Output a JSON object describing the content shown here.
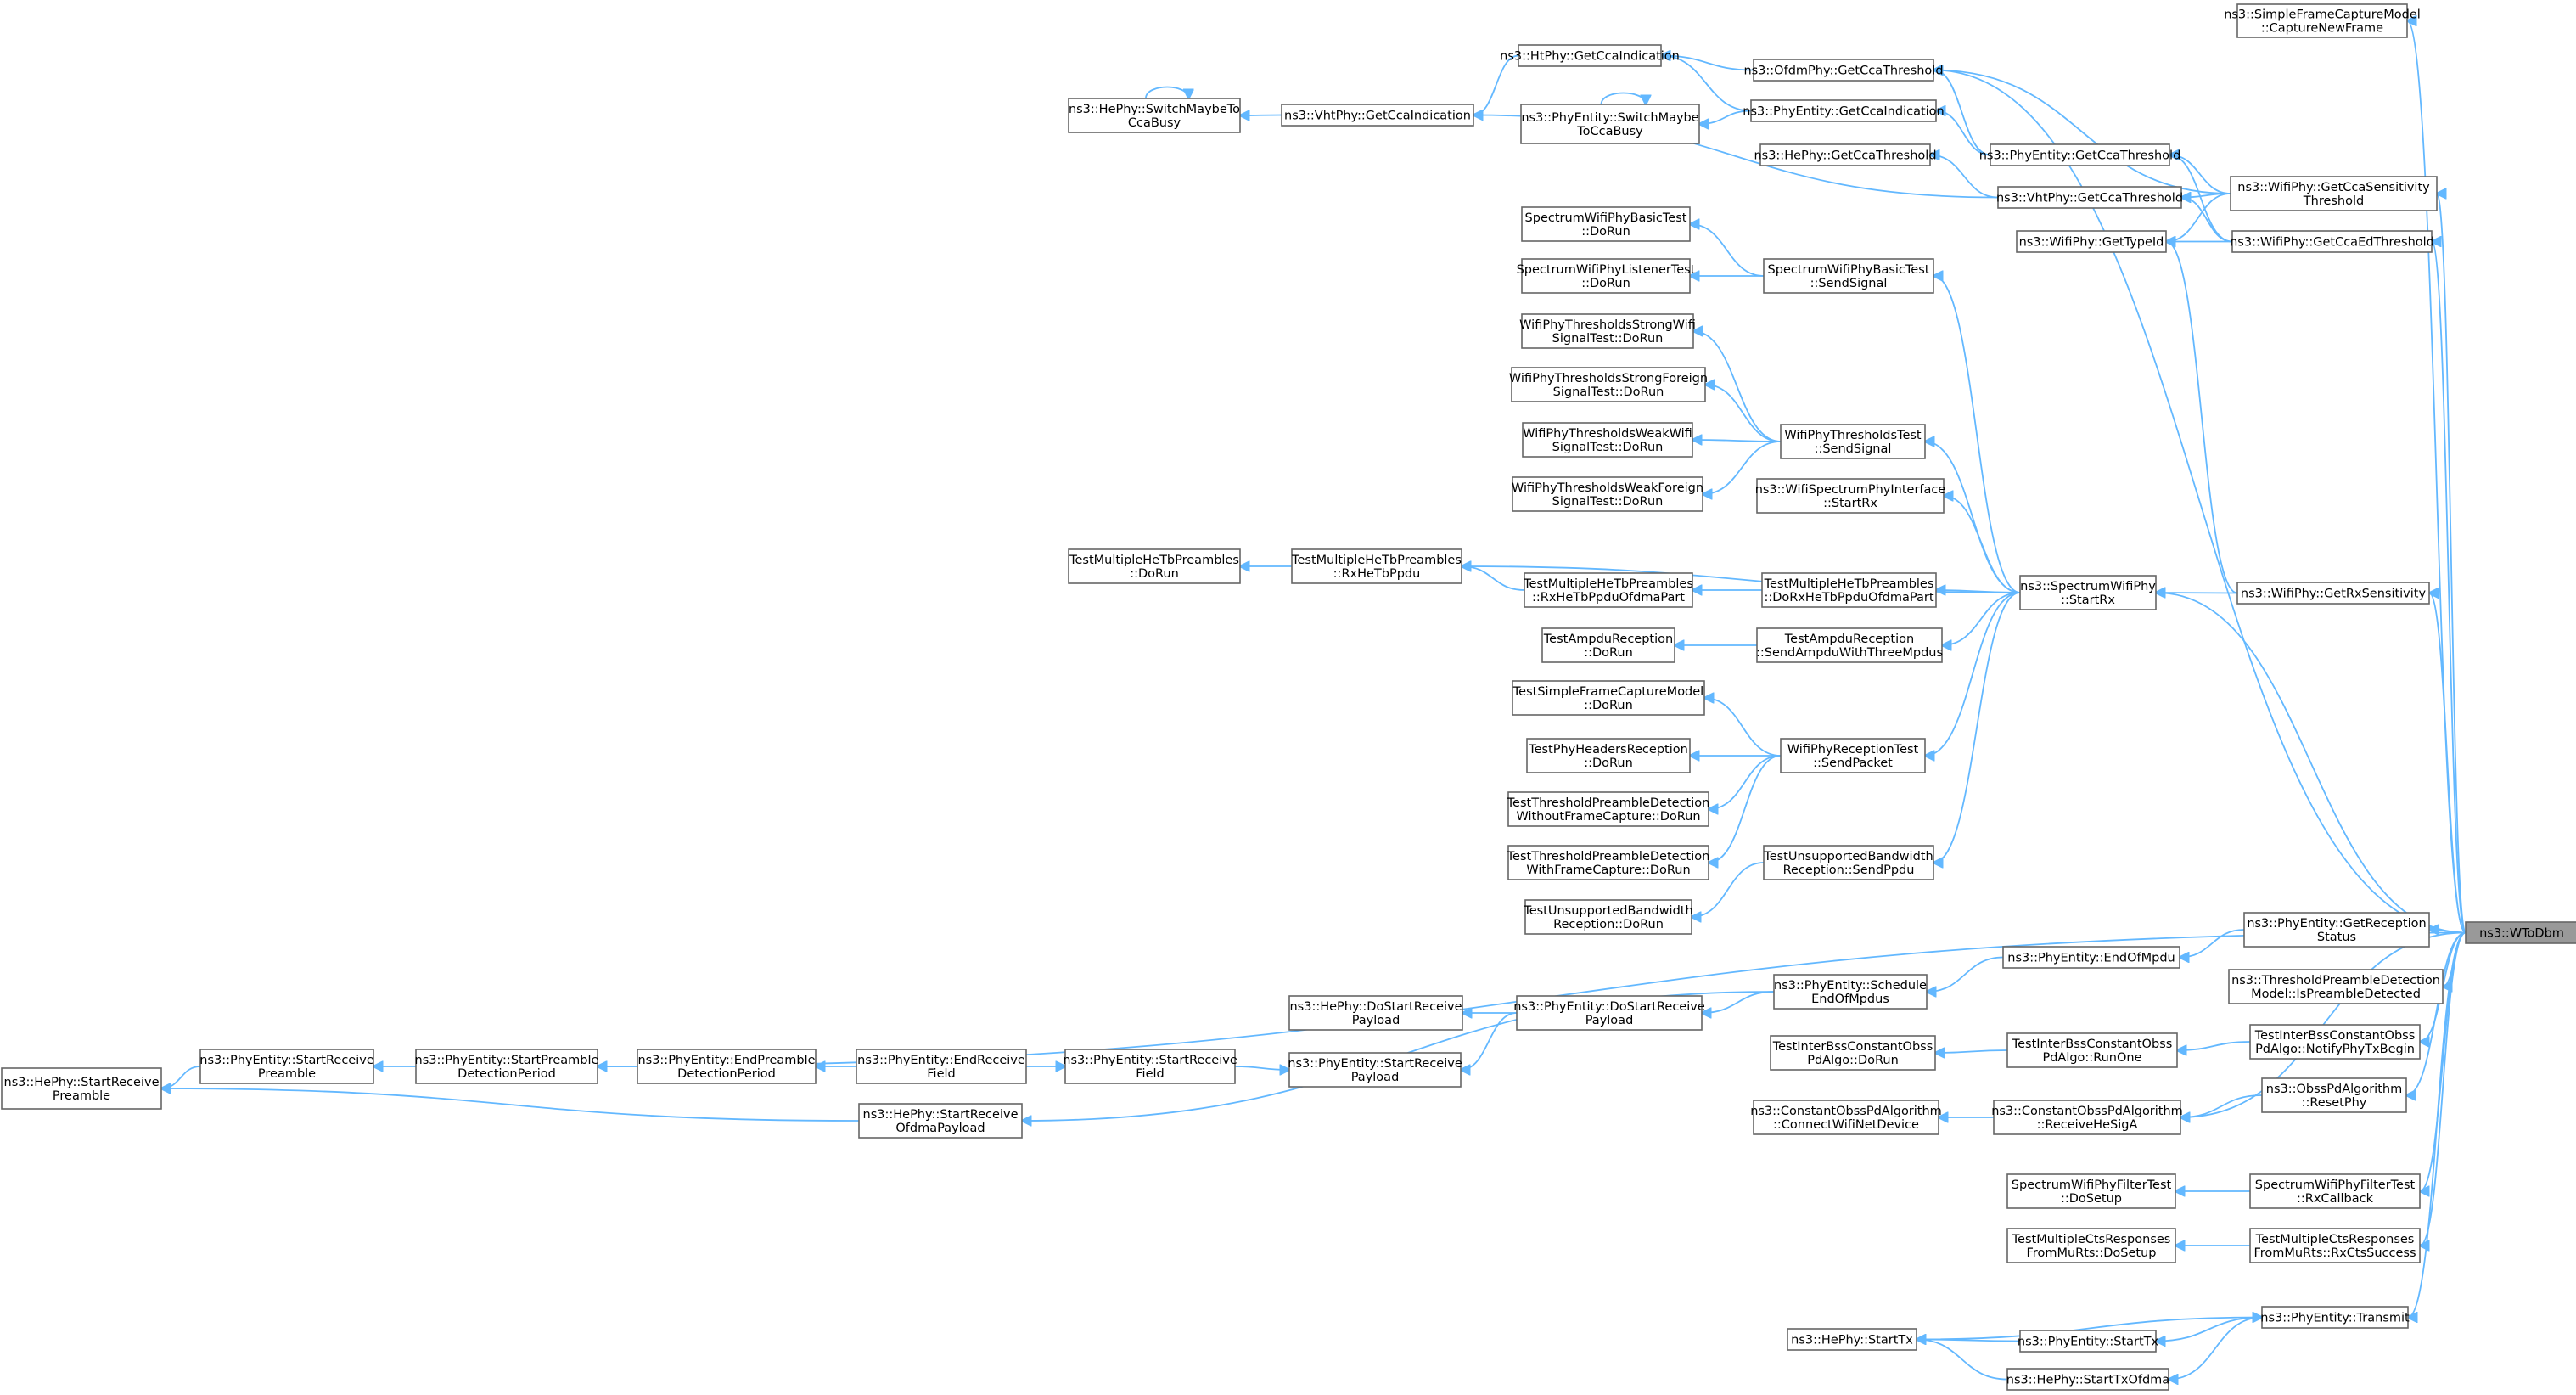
{
  "diagram": {
    "focus_node": "ns3::WToDbm",
    "colors": {
      "edge": "#63b8ff",
      "node_border": "#666666",
      "focus_fill": "#999999",
      "node_fill": "#ffffff"
    },
    "nodes": [
      {
        "id": "wtodbm",
        "lines": [
          "ns3::WToDbm"
        ]
      },
      {
        "id": "sfcm_capture",
        "lines": [
          "ns3::SimpleFrameCaptureModel",
          "::CaptureNewFrame"
        ]
      },
      {
        "id": "htphy_getcca",
        "lines": [
          "ns3::HtPhy::GetCcaIndication"
        ]
      },
      {
        "id": "ofdm_getcca",
        "lines": [
          "ns3::OfdmPhy::GetCcaThreshold"
        ]
      },
      {
        "id": "hephy_switch",
        "lines": [
          "ns3::HePhy::SwitchMaybeTo",
          "CcaBusy"
        ]
      },
      {
        "id": "vht_getccaind",
        "lines": [
          "ns3::VhtPhy::GetCcaIndication"
        ]
      },
      {
        "id": "phyent_switch",
        "lines": [
          "ns3::PhyEntity::SwitchMaybe",
          "ToCcaBusy"
        ]
      },
      {
        "id": "phyent_getccaind",
        "lines": [
          "ns3::PhyEntity::GetCcaIndication"
        ]
      },
      {
        "id": "hephy_getcca",
        "lines": [
          "ns3::HePhy::GetCcaThreshold"
        ]
      },
      {
        "id": "phyent_getcca",
        "lines": [
          "ns3::PhyEntity::GetCcaThreshold"
        ]
      },
      {
        "id": "vht_getcca",
        "lines": [
          "ns3::VhtPhy::GetCcaThreshold"
        ]
      },
      {
        "id": "wifi_getccasens",
        "lines": [
          "ns3::WifiPhy::GetCcaSensitivity",
          "Threshold"
        ]
      },
      {
        "id": "wifi_gettypeid",
        "lines": [
          "ns3::WifiPhy::GetTypeId"
        ]
      },
      {
        "id": "wifi_getccaed",
        "lines": [
          "ns3::WifiPhy::GetCcaEdThreshold"
        ]
      },
      {
        "id": "swpbt_dorun",
        "lines": [
          "SpectrumWifiPhyBasicTest",
          "::DoRun"
        ]
      },
      {
        "id": "swplt_dorun",
        "lines": [
          "SpectrumWifiPhyListenerTest",
          "::DoRun"
        ]
      },
      {
        "id": "swpbt_send",
        "lines": [
          "SpectrumWifiPhyBasicTest",
          "::SendSignal"
        ]
      },
      {
        "id": "wpt_strongwifi",
        "lines": [
          "WifiPhyThresholdsStrongWifi",
          "SignalTest::DoRun"
        ]
      },
      {
        "id": "wpt_strongforeign",
        "lines": [
          "WifiPhyThresholdsStrongForeign",
          "SignalTest::DoRun"
        ]
      },
      {
        "id": "wpt_weakwifi",
        "lines": [
          "WifiPhyThresholdsWeakWifi",
          "SignalTest::DoRun"
        ]
      },
      {
        "id": "wpt_weakforeign",
        "lines": [
          "WifiPhyThresholdsWeakForeign",
          "SignalTest::DoRun"
        ]
      },
      {
        "id": "wpt_send",
        "lines": [
          "WifiPhyThresholdsTest",
          "::SendSignal"
        ]
      },
      {
        "id": "wspi_startrx",
        "lines": [
          "ns3::WifiSpectrumPhyInterface",
          "::StartRx"
        ]
      },
      {
        "id": "tmhtp_dorun",
        "lines": [
          "TestMultipleHeTbPreambles",
          "::DoRun"
        ]
      },
      {
        "id": "tmhtp_rxhetb",
        "lines": [
          "TestMultipleHeTbPreambles",
          "::RxHeTbPpdu"
        ]
      },
      {
        "id": "tmhtp_rxofdma",
        "lines": [
          "TestMultipleHeTbPreambles",
          "::RxHeTbPpduOfdmaPart"
        ]
      },
      {
        "id": "tmhtp_dorxofdma",
        "lines": [
          "TestMultipleHeTbPreambles",
          "::DoRxHeTbPpduOfdmaPart"
        ]
      },
      {
        "id": "swp_startrx",
        "lines": [
          "ns3::SpectrumWifiPhy",
          "::StartRx"
        ]
      },
      {
        "id": "wifi_getrxsens",
        "lines": [
          "ns3::WifiPhy::GetRxSensitivity"
        ]
      },
      {
        "id": "tar_dorun",
        "lines": [
          "TestAmpduReception",
          "::DoRun"
        ]
      },
      {
        "id": "tar_send",
        "lines": [
          "TestAmpduReception",
          "::SendAmpduWithThreeMpdus"
        ]
      },
      {
        "id": "tsfcm_dorun",
        "lines": [
          "TestSimpleFrameCaptureModel",
          "::DoRun"
        ]
      },
      {
        "id": "tphr_dorun",
        "lines": [
          "TestPhyHeadersReception",
          "::DoRun"
        ]
      },
      {
        "id": "wprt_send",
        "lines": [
          "WifiPhyReceptionTest",
          "::SendPacket"
        ]
      },
      {
        "id": "ttpd_without",
        "lines": [
          "TestThresholdPreambleDetection",
          "WithoutFrameCapture::DoRun"
        ]
      },
      {
        "id": "ttpd_with",
        "lines": [
          "TestThresholdPreambleDetection",
          "WithFrameCapture::DoRun"
        ]
      },
      {
        "id": "tubr_send",
        "lines": [
          "TestUnsupportedBandwidth",
          "Reception::SendPpdu"
        ]
      },
      {
        "id": "tubr_dorun",
        "lines": [
          "TestUnsupportedBandwidth",
          "Reception::DoRun"
        ]
      },
      {
        "id": "phyent_getrecstatus",
        "lines": [
          "ns3::PhyEntity::GetReception",
          "Status"
        ]
      },
      {
        "id": "phyent_endofmpdu",
        "lines": [
          "ns3::PhyEntity::EndOfMpdu"
        ]
      },
      {
        "id": "tpdm_ispreamble",
        "lines": [
          "ns3::ThresholdPreambleDetection",
          "Model::IsPreambleDetected"
        ]
      },
      {
        "id": "phyent_schedule",
        "lines": [
          "ns3::PhyEntity::Schedule",
          "EndOfMpdus"
        ]
      },
      {
        "id": "hephy_dostartpayload",
        "lines": [
          "ns3::HePhy::DoStartReceive",
          "Payload"
        ]
      },
      {
        "id": "phyent_dostartpayload",
        "lines": [
          "ns3::PhyEntity::DoStartReceive",
          "Payload"
        ]
      },
      {
        "id": "tibco_dorun",
        "lines": [
          "TestInterBssConstantObss",
          "PdAlgo::DoRun"
        ]
      },
      {
        "id": "tibco_runone",
        "lines": [
          "TestInterBssConstantObss",
          "PdAlgo::RunOne"
        ]
      },
      {
        "id": "tibco_notify",
        "lines": [
          "TestInterBssConstantObss",
          "PdAlgo::NotifyPhyTxBegin"
        ]
      },
      {
        "id": "hephy_startpreamble",
        "lines": [
          "ns3::HePhy::StartReceive",
          "Preamble"
        ]
      },
      {
        "id": "phyent_startpreamble",
        "lines": [
          "ns3::PhyEntity::StartReceive",
          "Preamble"
        ]
      },
      {
        "id": "phyent_startpreambledet",
        "lines": [
          "ns3::PhyEntity::StartPreamble",
          "DetectionPeriod"
        ]
      },
      {
        "id": "phyent_endpreambledet",
        "lines": [
          "ns3::PhyEntity::EndPreamble",
          "DetectionPeriod"
        ]
      },
      {
        "id": "phyent_endfield",
        "lines": [
          "ns3::PhyEntity::EndReceive",
          "Field"
        ]
      },
      {
        "id": "phyent_startfield",
        "lines": [
          "ns3::PhyEntity::StartReceive",
          "Field"
        ]
      },
      {
        "id": "phyent_startpayload",
        "lines": [
          "ns3::PhyEntity::StartReceive",
          "Payload"
        ]
      },
      {
        "id": "obsspd_resetphy",
        "lines": [
          "ns3::ObssPdAlgorithm",
          "::ResetPhy"
        ]
      },
      {
        "id": "copa_connect",
        "lines": [
          "ns3::ConstantObssPdAlgorithm",
          "::ConnectWifiNetDevice"
        ]
      },
      {
        "id": "copa_receive",
        "lines": [
          "ns3::ConstantObssPdAlgorithm",
          "::ReceiveHeSigA"
        ]
      },
      {
        "id": "hephy_startofdma",
        "lines": [
          "ns3::HePhy::StartReceive",
          "OfdmaPayload"
        ]
      },
      {
        "id": "swpft_dosetup",
        "lines": [
          "SpectrumWifiPhyFilterTest",
          "::DoSetup"
        ]
      },
      {
        "id": "swpft_rxcb",
        "lines": [
          "SpectrumWifiPhyFilterTest",
          "::RxCallback"
        ]
      },
      {
        "id": "tmcr_dosetup",
        "lines": [
          "TestMultipleCtsResponses",
          "FromMuRts::DoSetup"
        ]
      },
      {
        "id": "tmcr_rxcts",
        "lines": [
          "TestMultipleCtsResponses",
          "FromMuRts::RxCtsSuccess"
        ]
      },
      {
        "id": "phyent_transmit",
        "lines": [
          "ns3::PhyEntity::Transmit"
        ]
      },
      {
        "id": "hephy_starttx",
        "lines": [
          "ns3::HePhy::StartTx"
        ]
      },
      {
        "id": "phyent_starttx",
        "lines": [
          "ns3::PhyEntity::StartTx"
        ]
      },
      {
        "id": "hephy_starttxofdma",
        "lines": [
          "ns3::HePhy::StartTxOfdma"
        ]
      }
    ]
  }
}
